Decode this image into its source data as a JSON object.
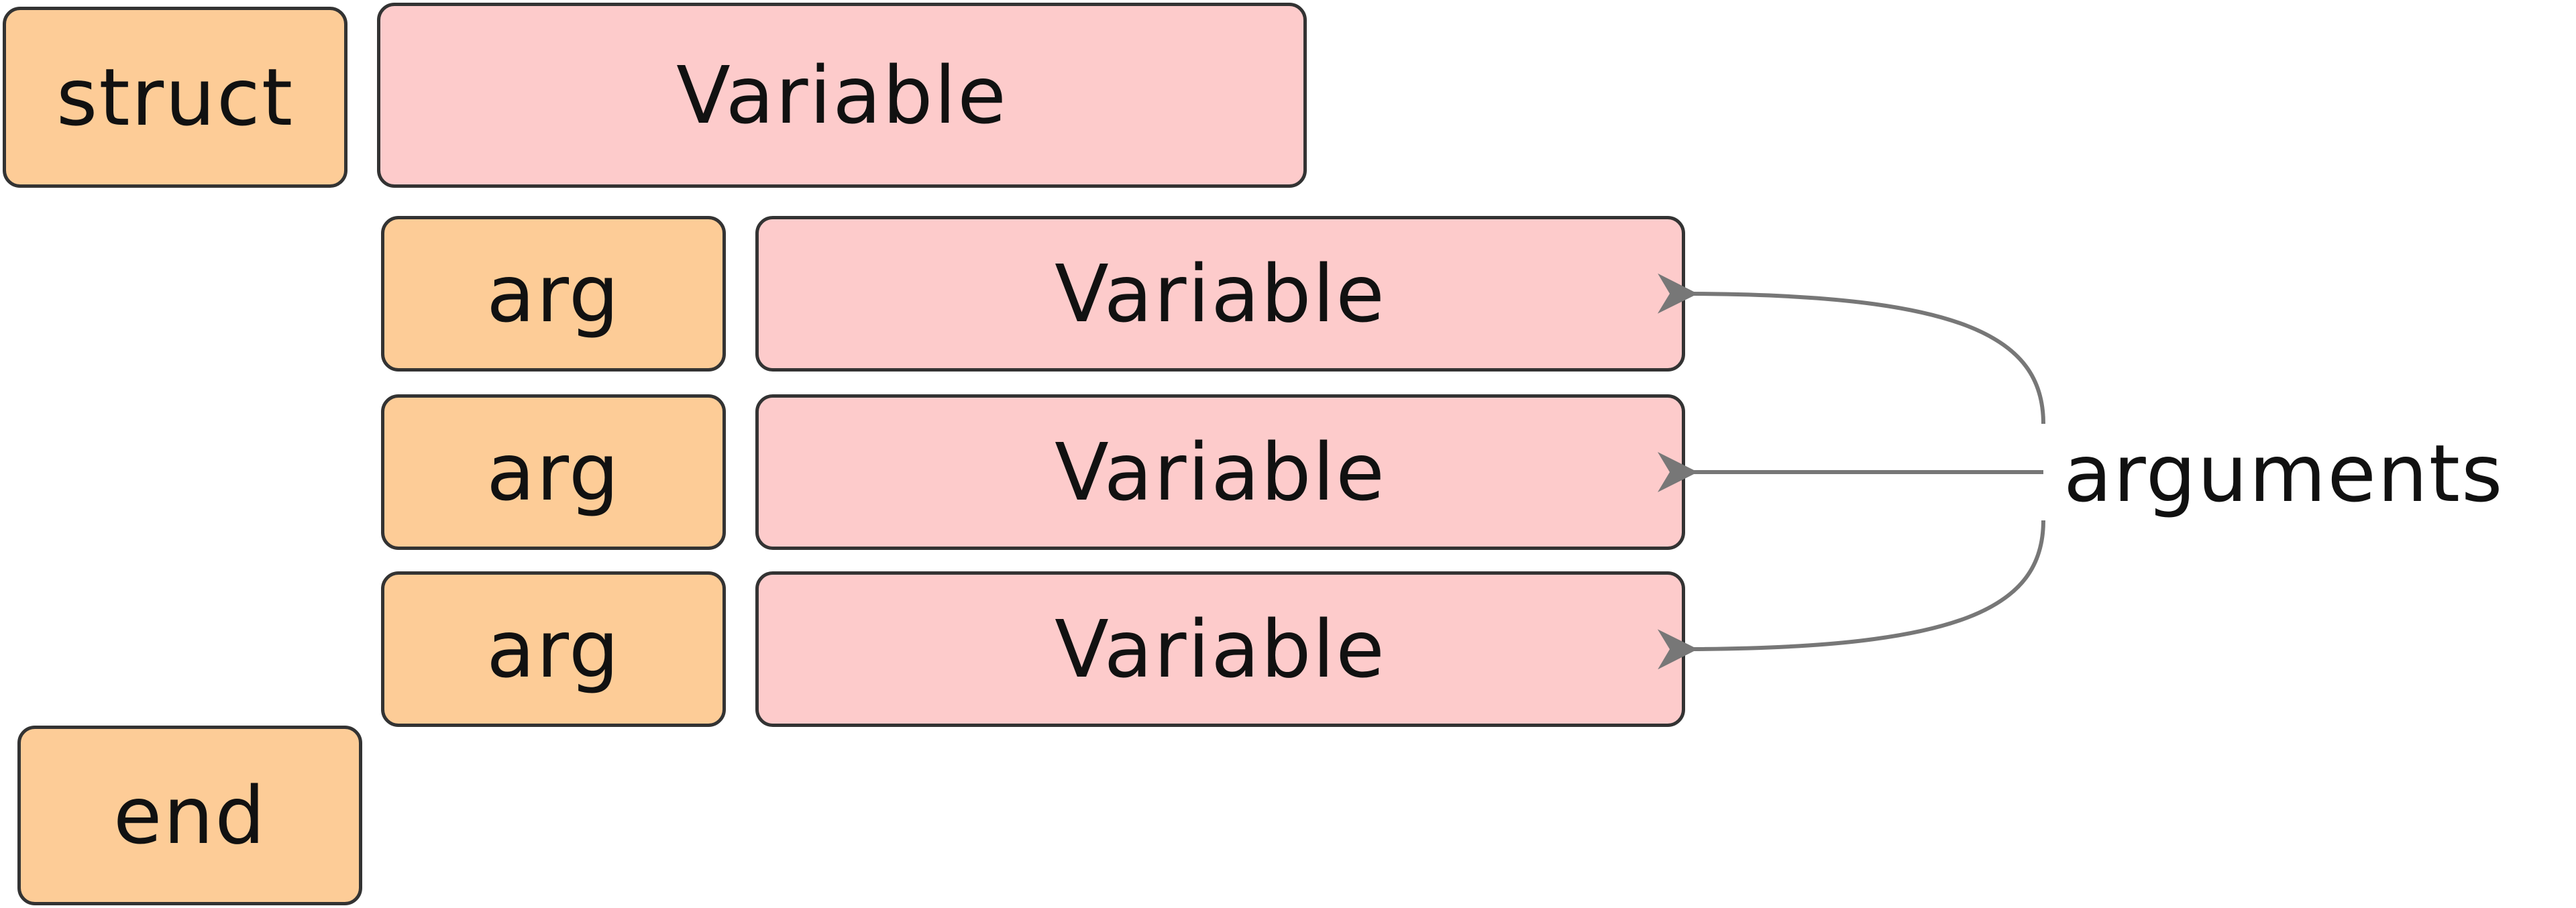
{
  "diagram": {
    "struct_label": "struct",
    "struct_type": "Variable",
    "args": [
      {
        "keyword": "arg",
        "type": "Variable"
      },
      {
        "keyword": "arg",
        "type": "Variable"
      },
      {
        "keyword": "arg",
        "type": "Variable"
      }
    ],
    "end_label": "end",
    "annotation": "arguments"
  },
  "colors": {
    "keyword_fill": "#fdcc97",
    "variable_fill": "#fdcbcb",
    "border": "#333333",
    "arrow": "#777777"
  }
}
